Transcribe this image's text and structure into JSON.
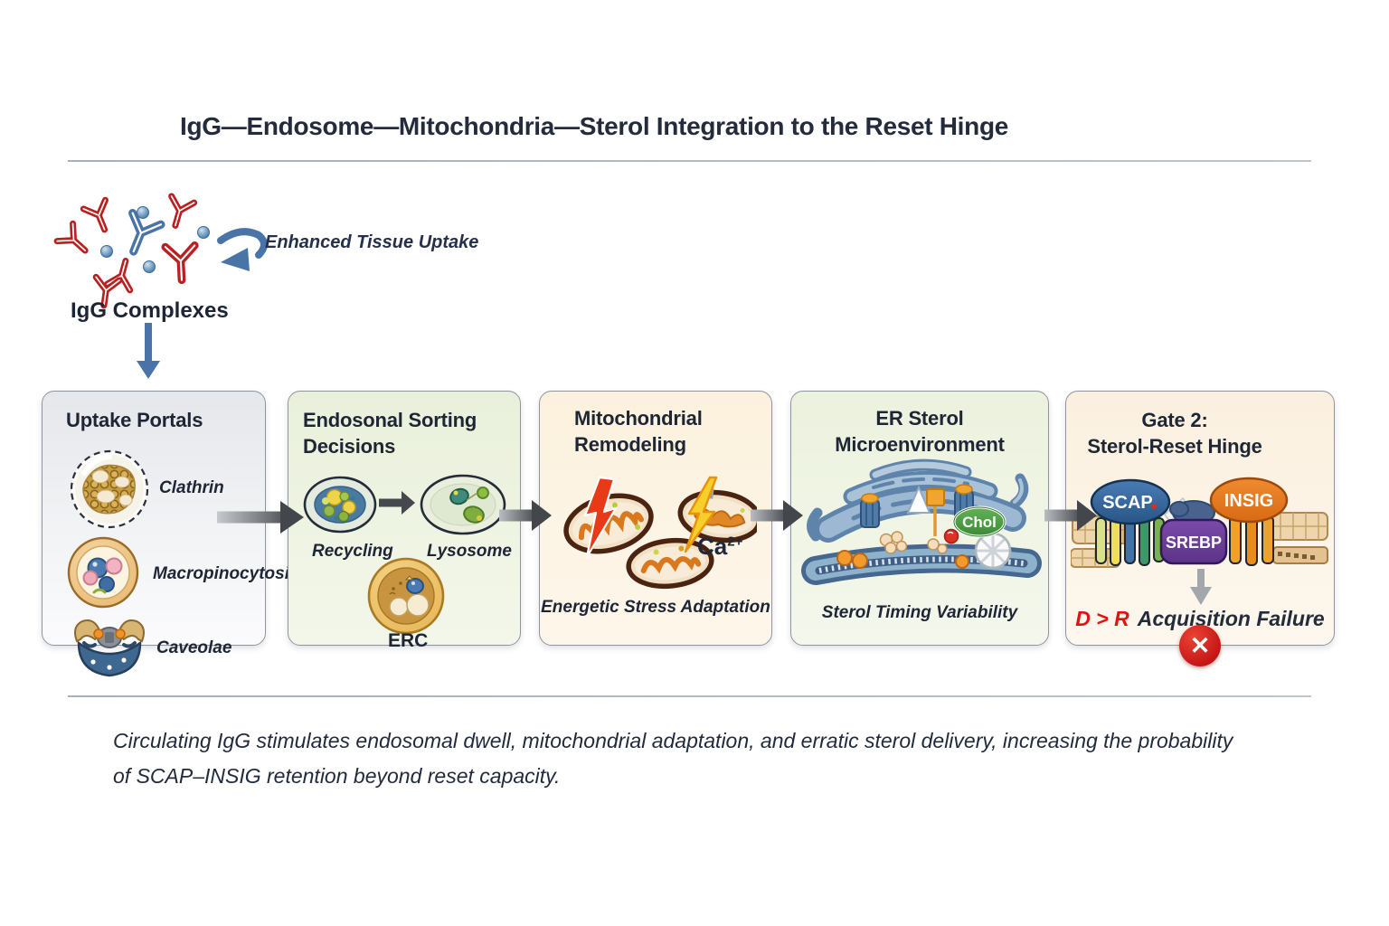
{
  "title": "IgG—Endosome—Mitochondria—Sterol Integration to the Reset Hinge",
  "source": {
    "cluster_label": "IgG Complexes",
    "uptake_label": "Enhanced Tissue Uptake"
  },
  "panels": {
    "uptake": {
      "title": "Uptake Portals",
      "items": [
        {
          "label": "Clathrin"
        },
        {
          "label": "Macropinocytosis"
        },
        {
          "label": "Caveolae"
        }
      ]
    },
    "sorting": {
      "title": "Endosonal Sorting Decisions",
      "recycling_label": "Recycling",
      "lysosome_label": "Lysosome",
      "erc_label": "ERC"
    },
    "mito": {
      "title": "Mitochondrial Remodeling",
      "ion_base": "Ca",
      "ion_charge": "2+",
      "subtitle": "Energetic Stress Adaptation"
    },
    "er": {
      "title": "ER Sterol Microenvironment",
      "chol_label": "Chol",
      "subtitle": "Sterol Timing Variability"
    },
    "gate": {
      "title_line1": "Gate 2:",
      "title_line2": "Sterol-Reset Hinge",
      "scap_label": "SCAP",
      "srebp_label": "SREBP",
      "insig_label": "INSIG",
      "failure_highlight": "D > R",
      "failure_text": "Acquisition Failure"
    }
  },
  "caption": {
    "line1": "Circulating IgG stimulates endosomal dwell, mitochondrial adaptation, and erratic sterol delivery, increasing the probability",
    "line2": "of SCAP–INSIG retention beyond reset capacity."
  },
  "icons": {
    "failure_x": "✕"
  },
  "colors": {
    "accent_blue": "#4a74a8",
    "antibody_red": "#b92020",
    "failure_red": "#e01212",
    "chol_green": "#4e9c44",
    "scap_blue": "#2e6096",
    "insig_orange": "#e2711d",
    "srebp_purple": "#6a3d96"
  }
}
